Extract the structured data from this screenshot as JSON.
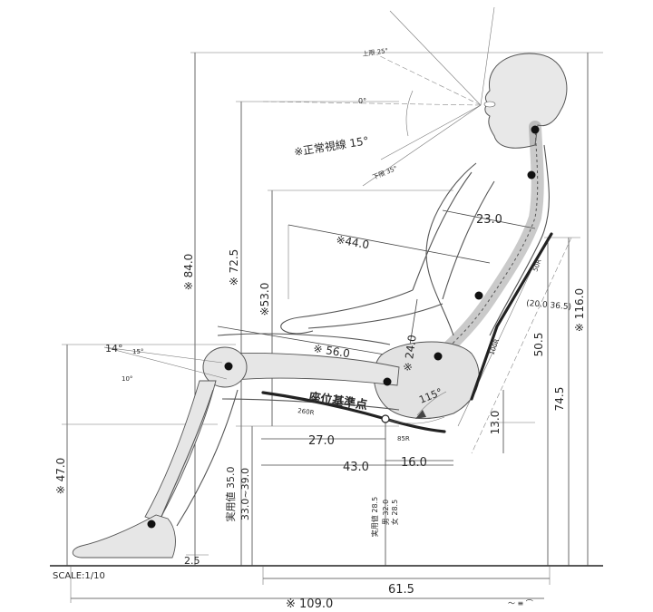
{
  "scale_label": "SCALE:1/10",
  "sight": {
    "up": "上限 25°",
    "zero": "0°",
    "normal": "※正常視線 15°",
    "down": "下限 35°"
  },
  "angles": {
    "a14": "14°",
    "a15": "15°",
    "a10": "10°",
    "r115": "115°"
  },
  "seat_point": "座位基準点",
  "radii": {
    "r50": "50R",
    "r100": "100R",
    "r260": "260R",
    "r85": "85R"
  },
  "dims": {
    "d84": "※ 84.0",
    "d72_5": "※ 72.5",
    "d53": "※53.0",
    "d44": "※44.0",
    "d23": "23.0",
    "d56": "※ 56.0",
    "d24": "※ 24.0",
    "d27": "27.0",
    "d43": "43.0",
    "d16": "16.0",
    "d13": "13.0",
    "d50_5": "50.5",
    "d74_5": "74.5",
    "d116": "※ 116.0",
    "d20_36": "(20.0  36.5)",
    "d47": "※ 47.0",
    "d35": "実用値 35.0",
    "d33_39": "33.0~39.0",
    "d_practical": "実用値 28.5",
    "d_male": "男 32.0",
    "d_female": "女 28.5",
    "d2_5": "2.5",
    "d61_5": "61.5",
    "d109": "※ 109.0"
  },
  "watermark": "〜 ≡ ⌒"
}
